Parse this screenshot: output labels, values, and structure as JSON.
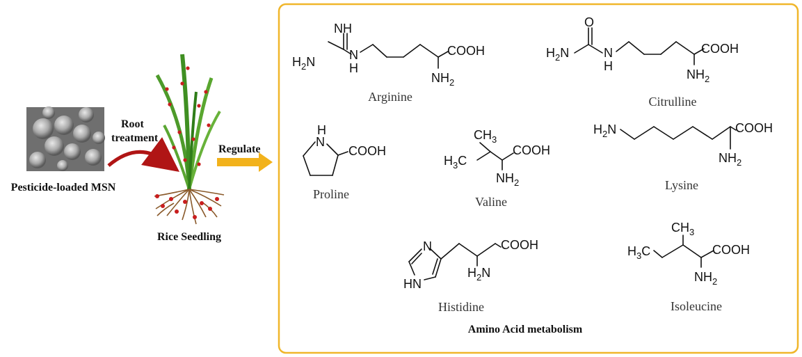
{
  "left": {
    "msn_label": "Pesticide-loaded MSN",
    "root_label_line1": "Root",
    "root_label_line2": "treatment",
    "seedling_label": "Rice Seedling",
    "regulate_label": "Regulate"
  },
  "panel": {
    "title": "Amino Acid metabolism",
    "border_color": "#f0b62a"
  },
  "molecules": {
    "arginine": {
      "name": "Arginine",
      "nh_top": "NH",
      "h2n": "H2N",
      "n_link": "N",
      "h_under_n": "H",
      "cooh": "COOH",
      "nh2": "NH2"
    },
    "citrulline": {
      "name": "Citrulline",
      "o": "O",
      "h2n": "H2N",
      "n_link": "N",
      "h_under_n": "H",
      "cooh": "COOH",
      "nh2": "NH2"
    },
    "proline": {
      "name": "Proline",
      "h": "H",
      "n": "N",
      "cooh": "COOH"
    },
    "valine": {
      "name": "Valine",
      "ch3_top": "CH3",
      "h3c": "H3C",
      "cooh": "COOH",
      "nh2": "NH2"
    },
    "lysine": {
      "name": "Lysine",
      "h2n": "H2N",
      "cooh": "COOH",
      "nh2": "NH2"
    },
    "histidine": {
      "name": "Histidine",
      "n": "N",
      "hn": "HN",
      "cooh": "COOH",
      "h2n": "H2N"
    },
    "isoleucine": {
      "name": "Isoleucine",
      "ch3_top": "CH3",
      "h3c": "H3C",
      "cooh": "COOH",
      "nh2": "NH2"
    }
  }
}
